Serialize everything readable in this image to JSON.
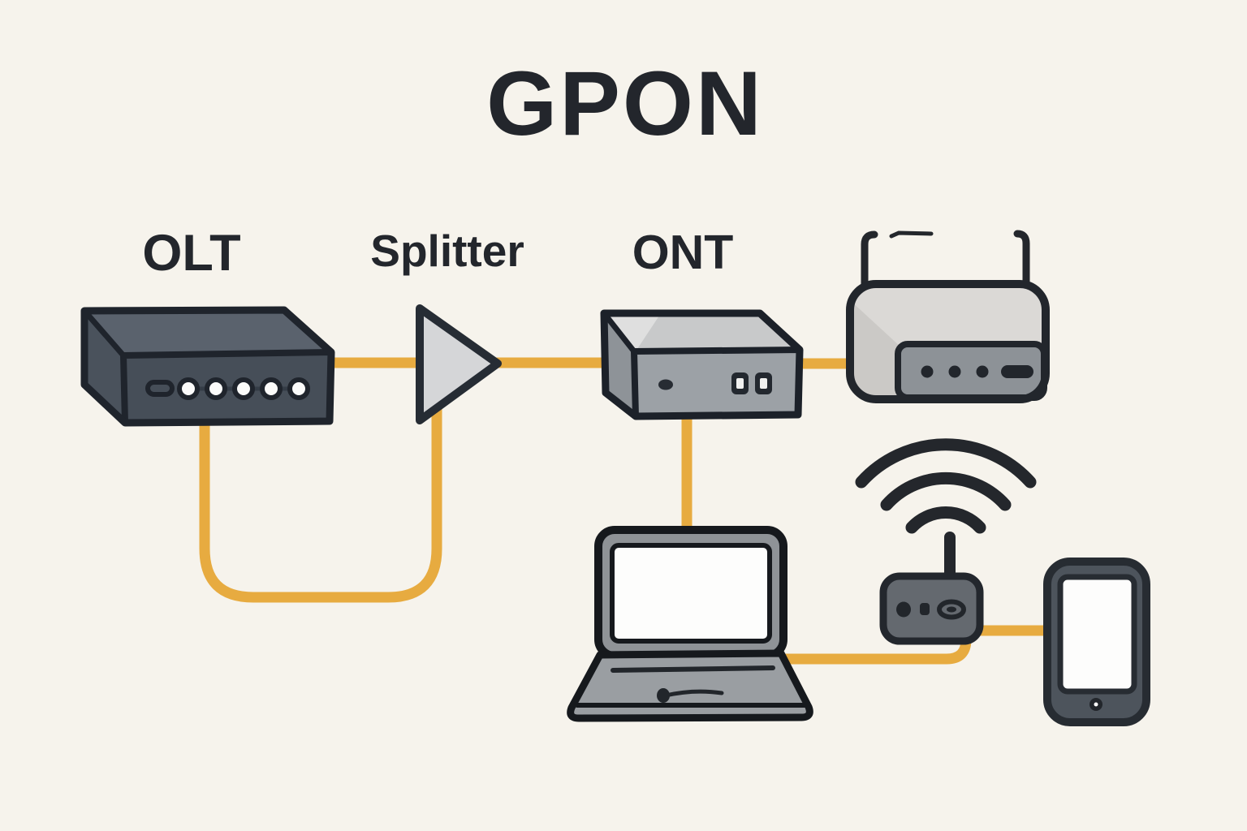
{
  "title": "GPON",
  "labels": {
    "olt": "OLT",
    "splitter": "Splitter",
    "ont": "ONT"
  },
  "colors": {
    "background": "#f6f3ec",
    "fiber": "#e7ab40",
    "ink": "#23262c",
    "olt_front": "#464e58",
    "olt_top": "#5a626d",
    "ont_front": "#9ca1a6",
    "ont_top": "#c8c9ca",
    "splitter_fill": "#d5d6d8",
    "router_body": "#dbd9d6",
    "router_panel": "#8d9297",
    "access_point_body": "#64696f",
    "laptop_body": "#949a9e",
    "phone_body": "#4d545c"
  },
  "diagram": {
    "type": "network-topology",
    "devices": [
      {
        "id": "olt",
        "label": "OLT",
        "icon": "olt-chassis-icon"
      },
      {
        "id": "splitter",
        "label": "Splitter",
        "icon": "splitter-triangle-icon"
      },
      {
        "id": "ont",
        "label": "ONT",
        "icon": "ont-box-icon"
      },
      {
        "id": "router",
        "label": "",
        "icon": "wireless-router-icon"
      },
      {
        "id": "laptop",
        "label": "",
        "icon": "laptop-icon"
      },
      {
        "id": "access-point",
        "label": "",
        "icon": "wifi-access-point-icon"
      },
      {
        "id": "phone",
        "label": "",
        "icon": "smartphone-icon"
      }
    ],
    "connections": [
      {
        "from": "olt",
        "to": "splitter",
        "style": "fiber"
      },
      {
        "from": "olt",
        "to": "splitter",
        "style": "fiber-loop"
      },
      {
        "from": "splitter",
        "to": "ont",
        "style": "fiber"
      },
      {
        "from": "ont",
        "to": "router",
        "style": "fiber"
      },
      {
        "from": "ont",
        "to": "laptop",
        "style": "fiber"
      },
      {
        "from": "laptop",
        "to": "access-point",
        "style": "fiber"
      },
      {
        "from": "access-point",
        "to": "phone",
        "style": "fiber"
      }
    ]
  }
}
